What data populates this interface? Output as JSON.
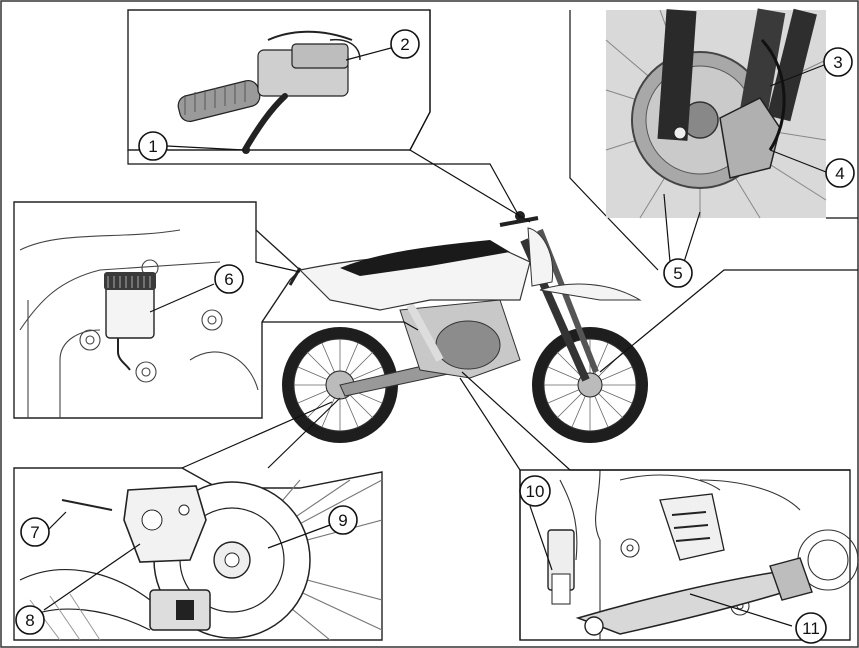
{
  "callouts": [
    {
      "id": "1",
      "label": "1"
    },
    {
      "id": "2",
      "label": "2"
    },
    {
      "id": "3",
      "label": "3"
    },
    {
      "id": "4",
      "label": "4"
    },
    {
      "id": "5",
      "label": "5"
    },
    {
      "id": "6",
      "label": "6"
    },
    {
      "id": "7",
      "label": "7"
    },
    {
      "id": "8",
      "label": "8"
    },
    {
      "id": "9",
      "label": "9"
    },
    {
      "id": "10",
      "label": "10"
    },
    {
      "id": "11",
      "label": "11"
    }
  ],
  "insets": [
    {
      "name": "front-brake-lever-inset"
    },
    {
      "name": "front-brake-caliper-photo-inset"
    },
    {
      "name": "rear-brake-reservoir-inset"
    },
    {
      "name": "rear-brake-caliper-inset"
    },
    {
      "name": "rear-brake-pedal-inset"
    }
  ]
}
